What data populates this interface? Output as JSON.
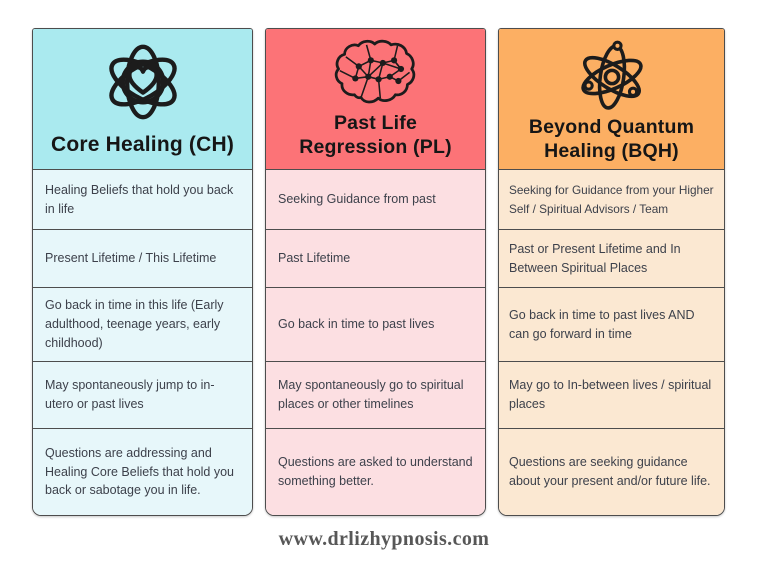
{
  "page": {
    "background": "#ffffff",
    "border_color": "#4d4d4d",
    "body_text_color": "#3d414b",
    "title_text_color": "#161616",
    "footer": "www.drlizhypnosis.com",
    "footer_text_color": "#575757"
  },
  "columns": [
    {
      "id": "core-healing",
      "icon": "atom-heart-icon",
      "title": "Core Healing (CH)",
      "title_lines": [
        "Core Healing (CH)"
      ],
      "colors": {
        "header": "#aaeaef",
        "row": "#e7f7fa"
      },
      "rows": [
        "Healing Beliefs that hold you back in life",
        "Present Lifetime / This Lifetime",
        "Go back in time in this life (Early adulthood, teenage years, early childhood)",
        "May spontaneously jump to in-utero or past lives",
        "Questions are addressing and Healing Core Beliefs that hold you back or sabotage you in life."
      ]
    },
    {
      "id": "past-life-regression",
      "icon": "brain-network-icon",
      "title": "Past Life Regression (PL)",
      "title_lines": [
        "Past Life",
        "Regression (PL)"
      ],
      "colors": {
        "header": "#fc7377",
        "row": "#fcdfe2"
      },
      "rows": [
        "Seeking Guidance from past",
        "Past Lifetime",
        "Go back in time to past lives",
        "May spontaneously go to spiritual places or other timelines",
        "Questions are asked to understand something better."
      ]
    },
    {
      "id": "beyond-quantum-healing",
      "icon": "atom-icon",
      "title": "Beyond Quantum Healing (BQH)",
      "title_lines": [
        "Beyond Quantum",
        "Healing (BQH)"
      ],
      "colors": {
        "header": "#fcaf63",
        "row": "#fbe8d2"
      },
      "rows": [
        "Seeking for Guidance from your Higher Self / Spiritual Advisors / Team",
        "Past or Present Lifetime and In Between Spiritual Places",
        "Go back in time to past lives AND can go forward in time",
        "May go to In-between lives / spiritual places",
        "Questions are seeking guidance about your present and/or future life."
      ]
    }
  ]
}
